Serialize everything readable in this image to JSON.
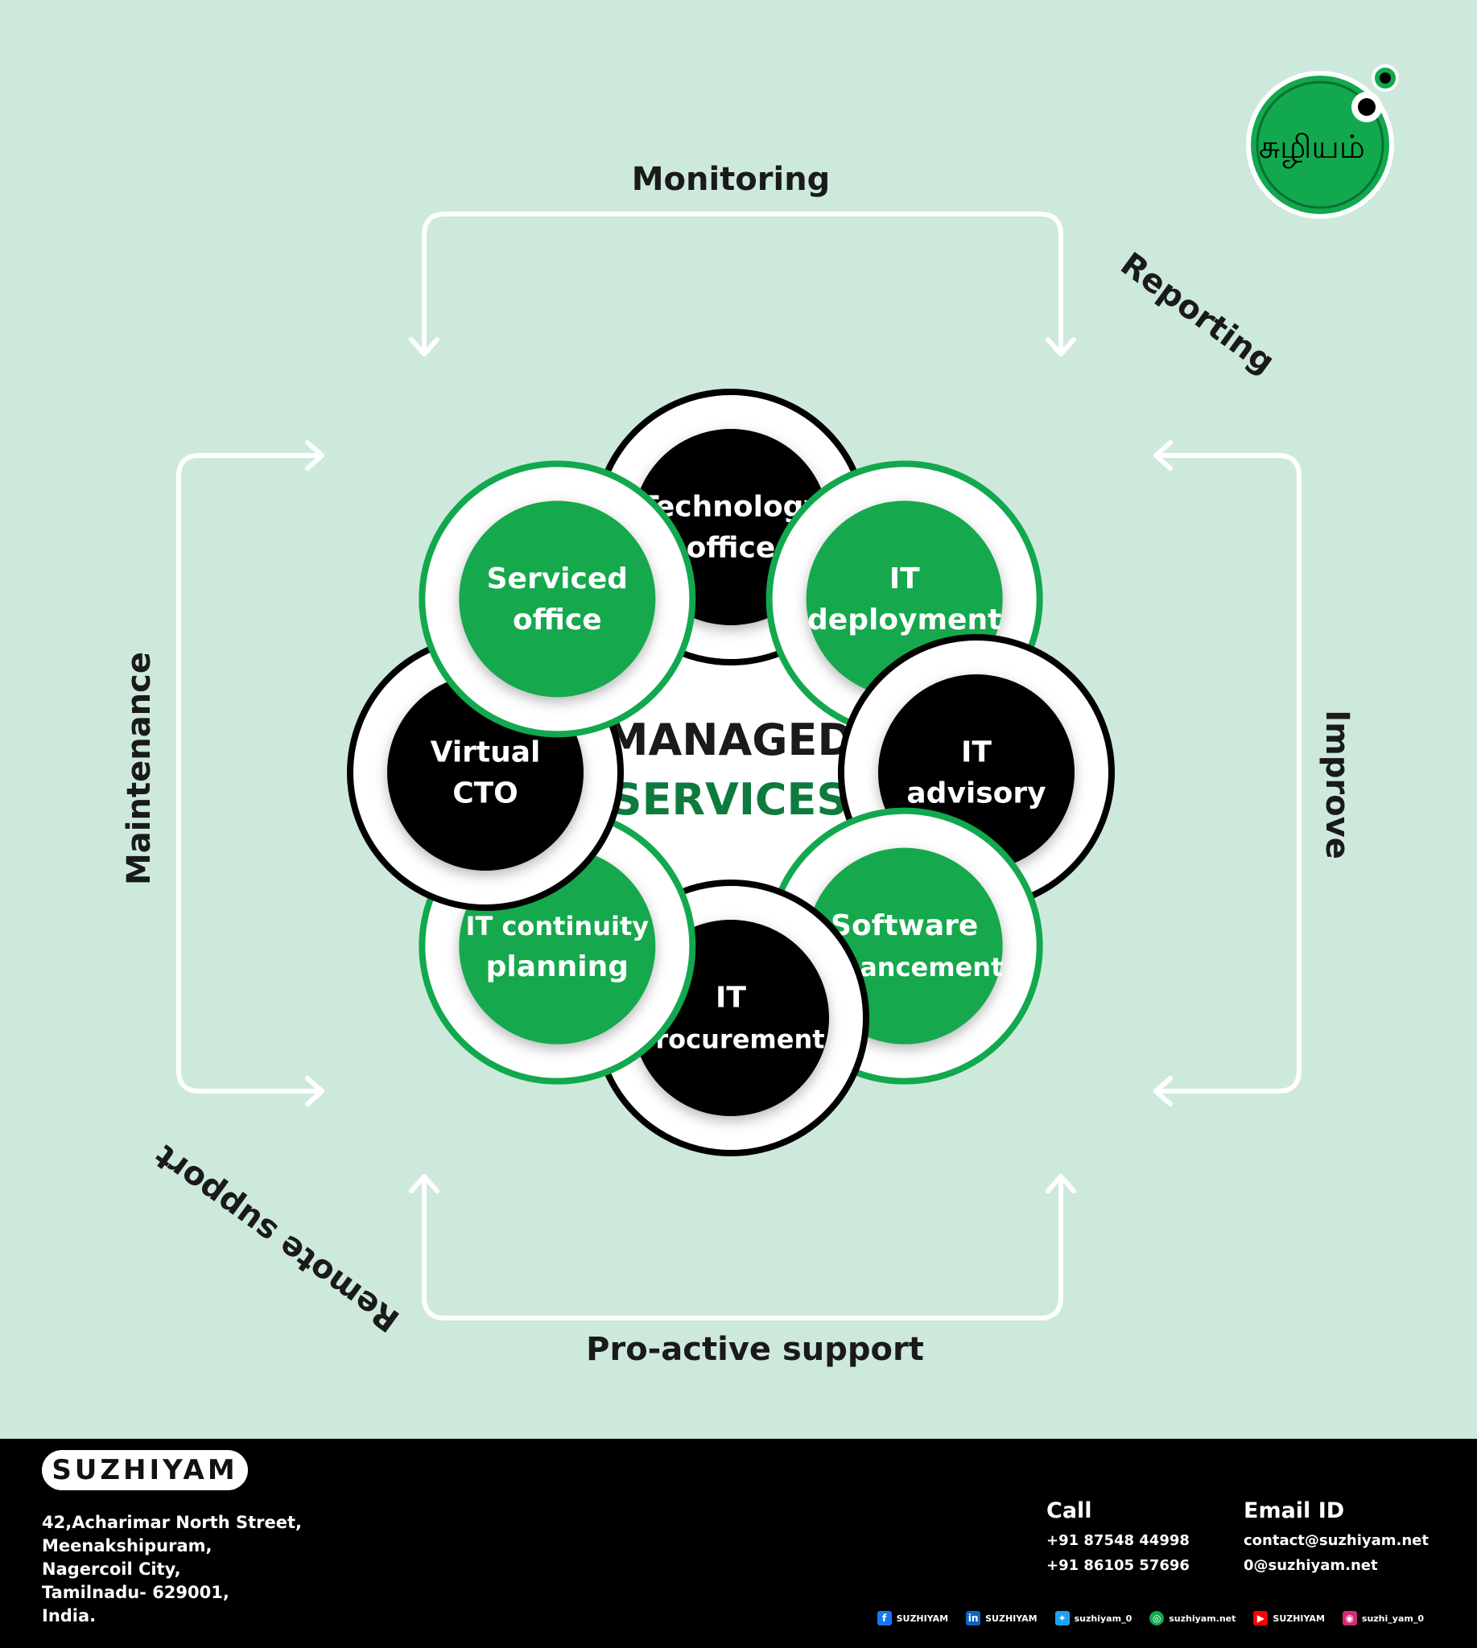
{
  "center": {
    "line1": "MANAGED",
    "line2": "SERVICES"
  },
  "nodes": [
    {
      "id": "technology-office",
      "lines": [
        "Technology",
        "office"
      ],
      "style": "black"
    },
    {
      "id": "it-deployment",
      "lines": [
        "IT",
        "deployment"
      ],
      "style": "green"
    },
    {
      "id": "it-advisory",
      "lines": [
        "IT",
        "advisory"
      ],
      "style": "black"
    },
    {
      "id": "software-enhancement",
      "lines": [
        "Software",
        "enhancement"
      ],
      "style": "green"
    },
    {
      "id": "it-procurement",
      "lines": [
        "IT",
        "procurement"
      ],
      "style": "black"
    },
    {
      "id": "it-continuity-planning",
      "lines": [
        "IT continuity",
        "planning"
      ],
      "style": "green"
    },
    {
      "id": "virtual-cto",
      "lines": [
        "Virtual",
        "CTO"
      ],
      "style": "black"
    },
    {
      "id": "serviced-office",
      "lines": [
        "Serviced",
        "office"
      ],
      "style": "green"
    }
  ],
  "cycle_labels": {
    "top": "Monitoring",
    "top_right": "Reporting",
    "right": "Improve",
    "bottom": "Pro-active support",
    "bottom_left": "Remote support",
    "left": "Maintenance"
  },
  "logo": {
    "text": "சுழியம்"
  },
  "colors": {
    "background": "#cde9dc",
    "green": "#12a84e",
    "black": "#000000",
    "center_text_dark": "#1a1a1a",
    "center_text_green": "#0e7a3e"
  },
  "footer": {
    "brand": "SUZHIYAM",
    "address": [
      "42,Acharimar North Street,",
      "Meenakshipuram,",
      "Nagercoil City,",
      "Tamilnadu- 629001,",
      "India."
    ],
    "call": {
      "label": "Call",
      "numbers": [
        "+91 87548 44998",
        "+91 86105 57696"
      ]
    },
    "email": {
      "label": "Email ID",
      "addresses": [
        "contact@suzhiyam.net",
        "0@suzhiyam.net"
      ]
    },
    "socials": [
      {
        "icon": "facebook-icon",
        "label": "SUZHIYAM",
        "color": "#1877f2"
      },
      {
        "icon": "linkedin-icon",
        "label": "SUZHIYAM",
        "color": "#0a66c2"
      },
      {
        "icon": "twitter-icon",
        "label": "suzhiyam_0",
        "color": "#1da1f2"
      },
      {
        "icon": "web-icon",
        "label": "suzhiyam.net",
        "color": "#12a84e"
      },
      {
        "icon": "youtube-icon",
        "label": "SUZHIYAM",
        "color": "#ff0000"
      },
      {
        "icon": "instagram-icon",
        "label": "suzhi_yam_0",
        "color": "#d62976"
      }
    ]
  }
}
